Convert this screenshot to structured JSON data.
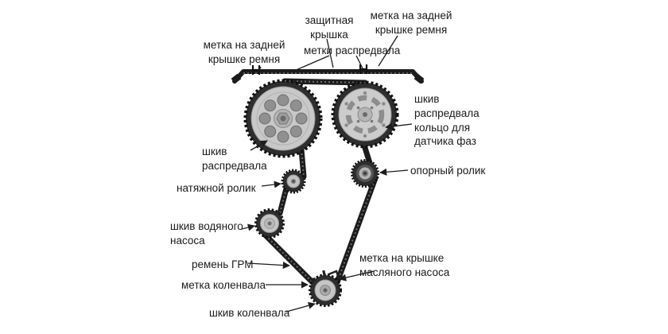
{
  "labels": {
    "mark_rear_cover_left": "метка на задней крышке ремня",
    "protective_cover": "защитная крышка",
    "mark_rear_cover_right": "метка на задней крышке ремня",
    "camshaft_marks": "метки распредвала",
    "camshaft_pulley_phase_ring": "шкив распредвала кольцо для датчика фаз",
    "camshaft_pulley": "шкив распредвала",
    "tension_roller": "натяжной ролик",
    "support_roller": "опорный ролик",
    "water_pump_pulley": "шкив водяного насоса",
    "timing_belt": "ремень ГРМ",
    "oil_pump_cover_mark": "метка на крышке масляного насоса",
    "crankshaft_mark": "метка коленвала",
    "crankshaft_pulley": "шкив коленвала"
  },
  "colors": {
    "line": "#1d1d1d",
    "text": "#1a1a1a",
    "pulley_dark": "#2e2e2e",
    "pulley_face": "#c8c8c8",
    "background": "#ffffff"
  }
}
